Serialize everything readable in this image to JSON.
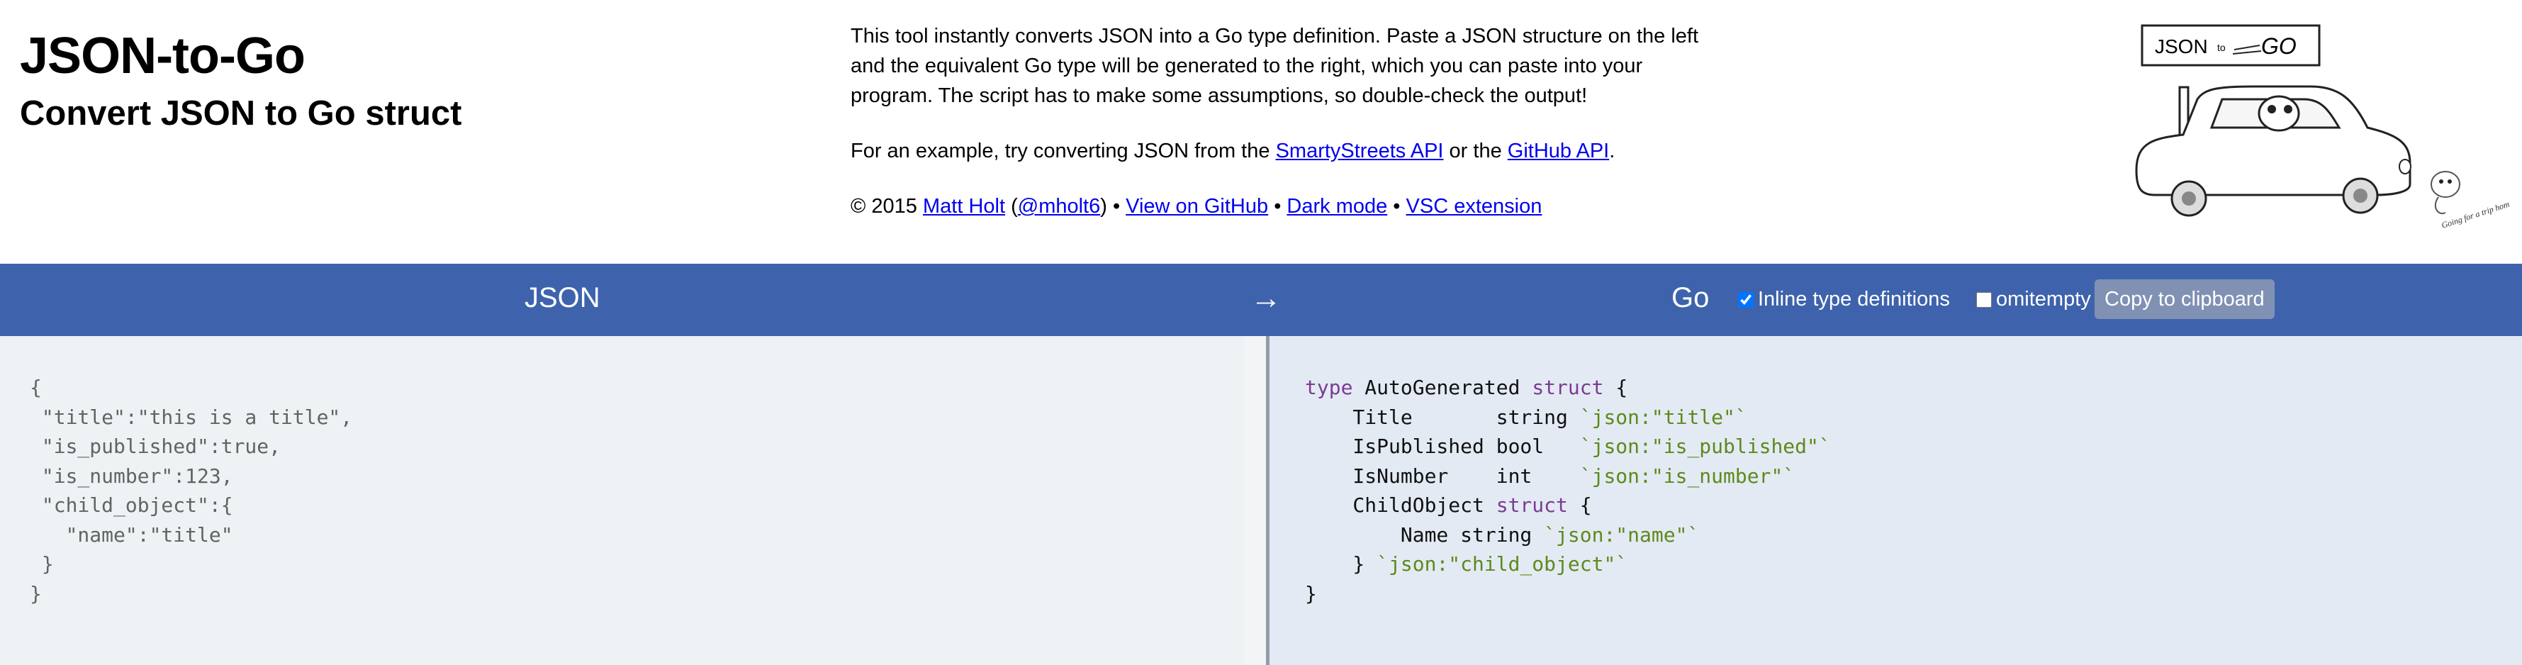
{
  "header": {
    "title": "JSON-to-Go",
    "subtitle": "Convert JSON to Go struct",
    "description": "This tool instantly converts JSON into a Go type definition. Paste a JSON structure on the left and the equivalent Go type will be generated to the right, which you can paste into your program. The script has to make some assumptions, so double-check the output!",
    "example_prefix": "For an example, try converting JSON from the ",
    "example_link1": "SmartyStreets API",
    "example_middle": " or the ",
    "example_link2": "GitHub API",
    "example_suffix": ".",
    "footer_copyright": "© 2015 ",
    "footer_author": "Matt Holt",
    "footer_open_paren": " (",
    "footer_handle": "@mholt6",
    "footer_close_paren": ") • ",
    "footer_github": "View on GitHub",
    "sep1": " • ",
    "footer_dark": "Dark mode",
    "sep2": " • ",
    "footer_vsc": "VSC extension",
    "logo_json": "JSON",
    "logo_to": "to",
    "logo_go": "GO",
    "art_caption": "Going for a trip home!"
  },
  "toolbar": {
    "json_label": "JSON",
    "arrow": "→",
    "go_label": "Go",
    "inline_label": "Inline type definitions",
    "inline_checked": true,
    "omitempty_label": "omitempty",
    "omitempty_checked": false,
    "copy_label": "Copy to clipboard"
  },
  "json_input": {
    "lines": [
      "{",
      " \"title\":\"this is a title\",",
      " \"is_published\":true,",
      " \"is_number\":123,",
      " \"child_object\":{",
      "   \"name\":\"title\"",
      " }",
      "}"
    ]
  },
  "go_output": {
    "l1_kw": "type",
    "l1_name": " AutoGenerated ",
    "l1_kw2": "struct",
    "l1_end": " {",
    "l2_field": "    Title       string ",
    "l2_tag": "`json:\"title\"`",
    "l3_field": "    IsPublished bool   ",
    "l3_tag": "`json:\"is_published\"`",
    "l4_field": "    IsNumber    int    ",
    "l4_tag": "`json:\"is_number\"`",
    "l5_field": "    ChildObject ",
    "l5_kw": "struct",
    "l5_end": " {",
    "l6_field": "        Name string ",
    "l6_tag": "`json:\"name\"`",
    "l7_field": "    } ",
    "l7_tag": "`json:\"child_object\"`",
    "l8": "}"
  }
}
